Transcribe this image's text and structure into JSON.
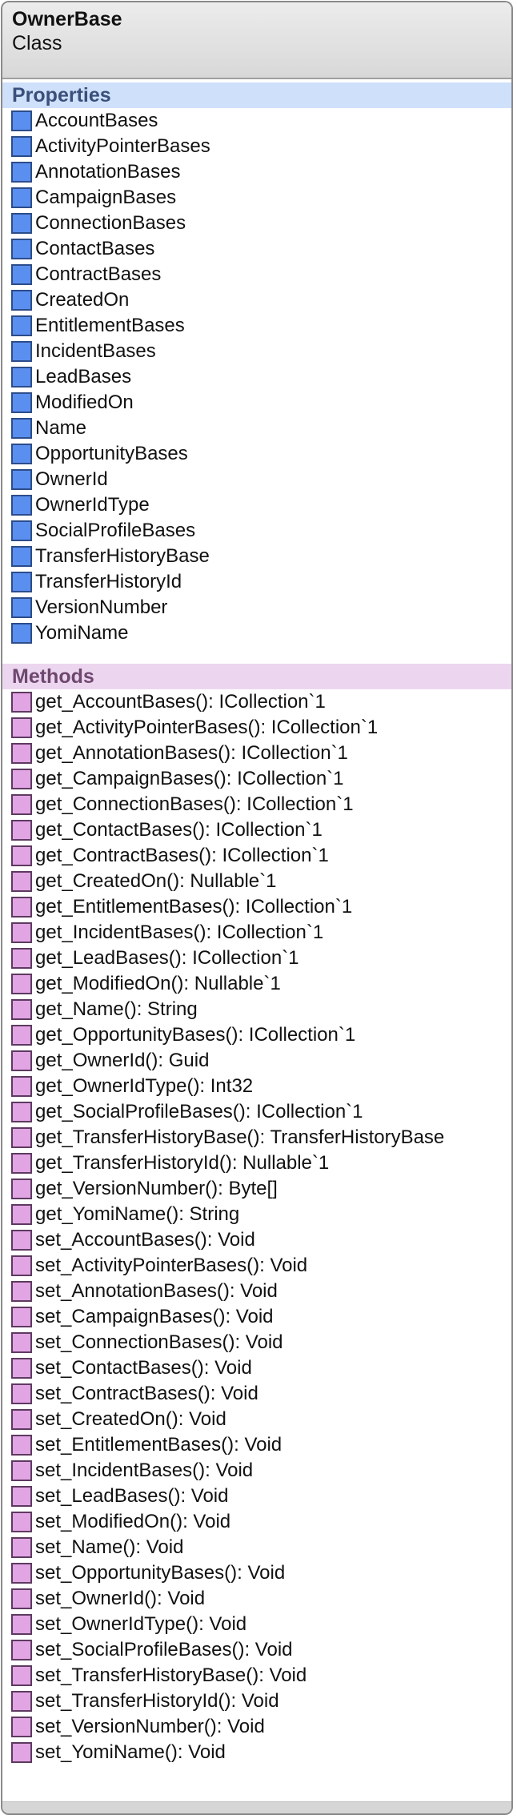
{
  "class": {
    "name": "OwnerBase",
    "kind": "Class"
  },
  "properties": {
    "header": "Properties",
    "items": [
      "AccountBases",
      "ActivityPointerBases",
      "AnnotationBases",
      "CampaignBases",
      "ConnectionBases",
      "ContactBases",
      "ContractBases",
      "CreatedOn",
      "EntitlementBases",
      "IncidentBases",
      "LeadBases",
      "ModifiedOn",
      "Name",
      "OpportunityBases",
      "OwnerId",
      "OwnerIdType",
      "SocialProfileBases",
      "TransferHistoryBase",
      "TransferHistoryId",
      "VersionNumber",
      "YomiName"
    ]
  },
  "methods": {
    "header": "Methods",
    "items": [
      "get_AccountBases(): ICollection`1",
      "get_ActivityPointerBases(): ICollection`1",
      "get_AnnotationBases(): ICollection`1",
      "get_CampaignBases(): ICollection`1",
      "get_ConnectionBases(): ICollection`1",
      "get_ContactBases(): ICollection`1",
      "get_ContractBases(): ICollection`1",
      "get_CreatedOn(): Nullable`1",
      "get_EntitlementBases(): ICollection`1",
      "get_IncidentBases(): ICollection`1",
      "get_LeadBases(): ICollection`1",
      "get_ModifiedOn(): Nullable`1",
      "get_Name(): String",
      "get_OpportunityBases(): ICollection`1",
      "get_OwnerId(): Guid",
      "get_OwnerIdType(): Int32",
      "get_SocialProfileBases(): ICollection`1",
      "get_TransferHistoryBase(): TransferHistoryBase",
      "get_TransferHistoryId(): Nullable`1",
      "get_VersionNumber(): Byte[]",
      "get_YomiName(): String",
      "set_AccountBases(): Void",
      "set_ActivityPointerBases(): Void",
      "set_AnnotationBases(): Void",
      "set_CampaignBases(): Void",
      "set_ConnectionBases(): Void",
      "set_ContactBases(): Void",
      "set_ContractBases(): Void",
      "set_CreatedOn(): Void",
      "set_EntitlementBases(): Void",
      "set_IncidentBases(): Void",
      "set_LeadBases(): Void",
      "set_ModifiedOn(): Void",
      "set_Name(): Void",
      "set_OpportunityBases(): Void",
      "set_OwnerId(): Void",
      "set_OwnerIdType(): Void",
      "set_SocialProfileBases(): Void",
      "set_TransferHistoryBase(): Void",
      "set_TransferHistoryId(): Void",
      "set_VersionNumber(): Void",
      "set_YomiName(): Void"
    ]
  },
  "colors": {
    "property_icon": "#5a8ff0",
    "method_icon": "#e2a5e4",
    "properties_band": "#cfe0fb",
    "methods_band": "#ecd6ef"
  }
}
